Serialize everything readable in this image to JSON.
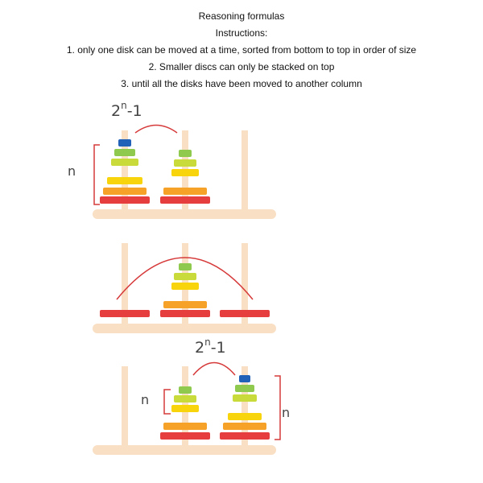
{
  "header": {
    "title": "Reasoning formulas",
    "instructions_heading": "Instructions:",
    "rules": [
      "1. only one disk can be moved at a time, sorted from bottom to top in order of size",
      "2. Smaller discs can only be stacked on top",
      "3. until all the disks have been moved to another column"
    ]
  },
  "panels": [
    {
      "formula_base": "2",
      "formula_exp": "n",
      "formula_tail": "-1",
      "n_label": "n"
    },
    {},
    {
      "formula_base": "2",
      "formula_exp": "n",
      "formula_tail": "-1",
      "n_label_left": "n",
      "n_label_right": "n"
    }
  ],
  "colors": {
    "peg": "#f9dfc3",
    "arc": "#d63a3a",
    "disk_blue": "#2162b8",
    "disk_light_green": "#8fca4f",
    "disk_yellow_green": "#c9da3b",
    "disk_yellow": "#f8d40c",
    "disk_orange": "#f6a127",
    "disk_red": "#e63e3e"
  }
}
